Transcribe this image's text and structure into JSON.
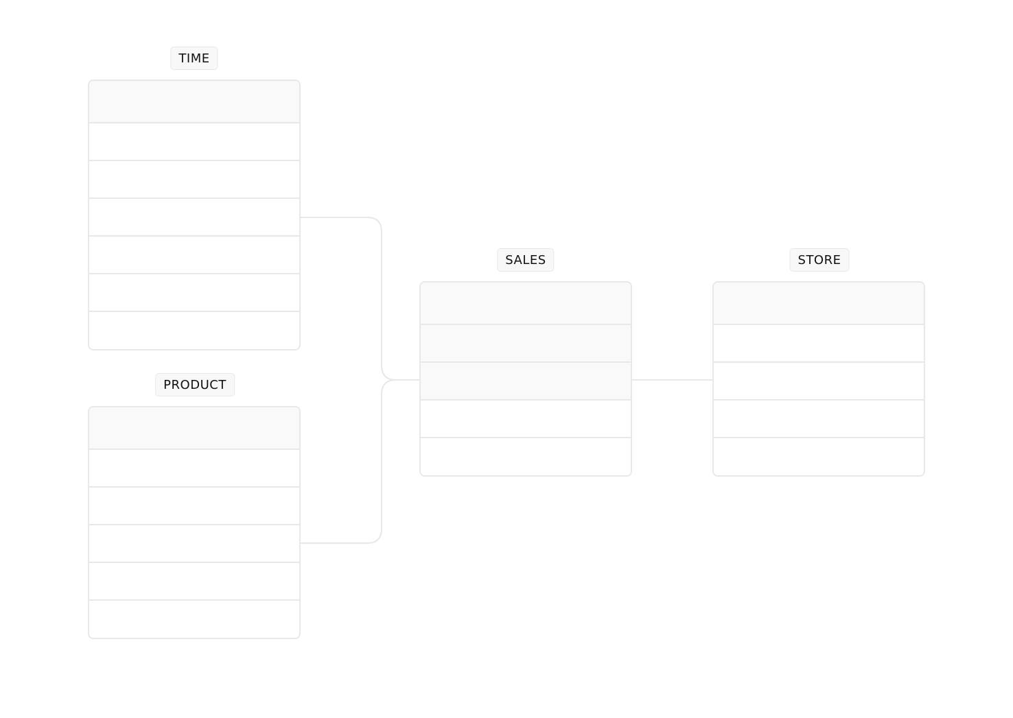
{
  "diagram": {
    "entities": {
      "time": {
        "label": "TIME"
      },
      "product": {
        "label": "PRODUCT"
      },
      "sales": {
        "label": "SALES"
      },
      "store": {
        "label": "STORE"
      }
    },
    "colors": {
      "border": "#e8e8e8",
      "header_fill": "#f9f9f9",
      "label_fill": "#f8f8f8",
      "text": "#111111"
    }
  }
}
